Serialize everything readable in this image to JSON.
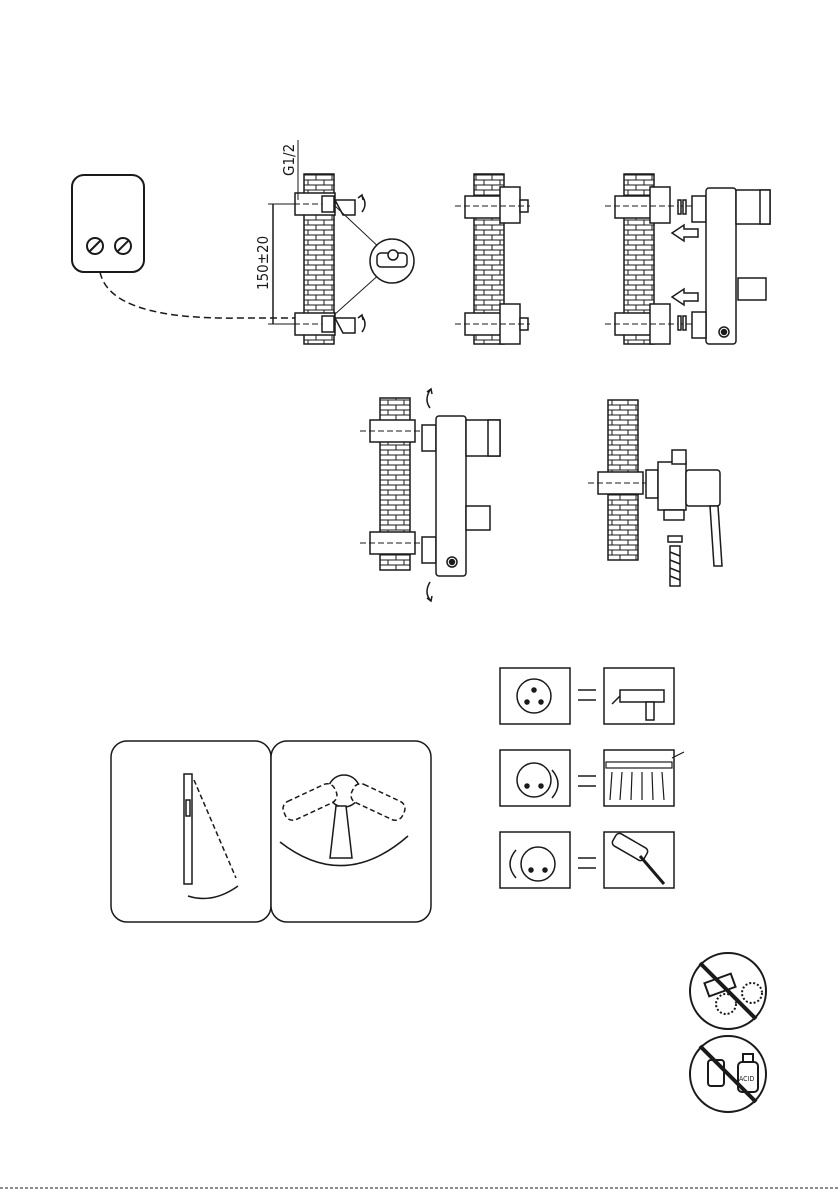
{
  "dimensions": {
    "thread_label": "G1/2",
    "spacing_label": "150±20"
  },
  "warnings": {
    "chemical_label": "ACID"
  },
  "colors": {
    "stroke": "#1a1a1a",
    "fill": "#ffffff"
  },
  "icons": {
    "control_box": "control-box-icon",
    "ptfe_tape": "tape-icon",
    "no_abrasive": "no-abrasive-icon",
    "no_acid": "no-acid-icon",
    "spout": "spout-icon",
    "rain_shower": "rain-shower-icon",
    "hand_shower": "hand-shower-icon"
  }
}
